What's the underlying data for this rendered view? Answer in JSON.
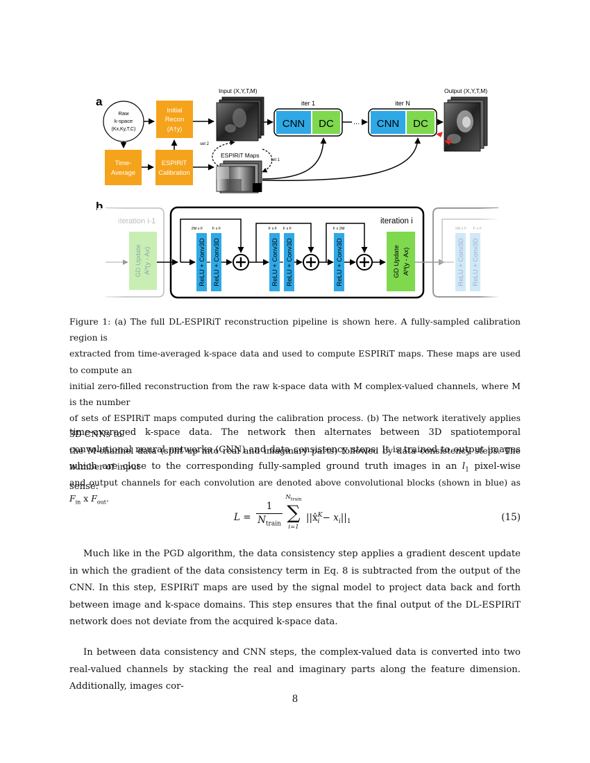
{
  "figure": {
    "panel_a": {
      "label": "a",
      "raw_kspace": [
        "Raw",
        "k-space",
        "(Kx,Ky,T,C)"
      ],
      "initial_recon": [
        "Initial",
        "Recon",
        "(A†y)"
      ],
      "time_average": [
        "Time-",
        "Average"
      ],
      "espirit_calibration": [
        "ESPIRiT",
        "Calibration"
      ],
      "input_label": "Input (X,Y,T,M)",
      "espirit_maps_label": "ESPIRiT Maps",
      "set1": "set 1",
      "set2": "set 2",
      "iter1_label": "iter 1",
      "iterN_label": "iter N",
      "cnn": "CNN",
      "dc": "DC",
      "ellipsis": "...",
      "output_label": "Output (X,Y,T,M)"
    },
    "panel_b": {
      "label": "b",
      "prev_iteration": "iteration i-1",
      "iteration": "iteration i",
      "gd_update": [
        "GD Update",
        "Aᴴ(y - Ax)"
      ],
      "conv": "ReLU + Conv3D",
      "ch_labels": [
        "2M x F",
        "F x F",
        "F x F",
        "F x F",
        "F x 2M"
      ],
      "next_ch_labels": [
        "2M x F",
        "F x F"
      ]
    },
    "colors": {
      "orange": "#F5A31B",
      "blue": "#2FA8E6",
      "green": "#7FD94E",
      "pale_green": "#C9EEB3",
      "pale_blue": "#CFE9F7"
    }
  },
  "caption": {
    "lines": [
      "Figure 1: (a) The full DL-ESPIRiT reconstruction pipeline is shown here. A fully-sampled calibration region is",
      "extracted from time-averaged k-space data and used to compute ESPIRiT maps. These maps are used to compute an",
      "initial zero-filled reconstruction from the raw k-space data with M complex-valued channels, where M is the number",
      "of sets of ESPIRiT maps computed during the calibration process. (b) The network iteratively applies 3D CNNs to",
      "the M-channel data (split up into real and imaginary parts) followed by data consistency steps. The number of input"
    ],
    "last_line_prefix": "and output channels for each convolution are denoted above convolutional blocks (shown in blue) as ",
    "f_in": "F",
    "sub_in": "in",
    "x_sep": " x ",
    "f_out": "F",
    "sub_out": "out",
    "end": "."
  },
  "body": {
    "para1_a": "time-averaged k-space data. The network then alternates between 3D spatiotemporal convolutional neural networks (CNN) and data consistency steps. It is trained to output images which are close to the corresponding fully-sampled ground truth images in an ",
    "para1_l": "l",
    "para1_sub": "1",
    "para1_b": " pixel-wise sense:",
    "equation": {
      "lhs": "L =",
      "numerator": "1",
      "denominator": "N",
      "denominator_sub": "train",
      "sum_upper": "N",
      "sum_upper_sub": "train",
      "sum_lower": "i=1",
      "term": "||x̂",
      "term_sup": "K",
      "term_sub": "i",
      "term_rest": " − x",
      "term_rest_sub": "i",
      "term_end": "||",
      "norm_sub": "1",
      "number": "(15)"
    },
    "para2": "Much like in the PGD algorithm, the data consistency step applies a gradient descent update in which the gradient of the data consistency term in Eq. 8 is subtracted from the output of the CNN. In this step, ESPIRiT maps are used by the signal model to project data back and forth between image and k-space domains. This step ensures that the final output of the DL-ESPIRiT network does not deviate from the acquired k-space data.",
    "para3": "In between data consistency and CNN steps, the complex-valued data is converted into two real-valued channels by stacking the real and imaginary parts along the feature dimension. Additionally, images cor-"
  },
  "page_number": "8"
}
